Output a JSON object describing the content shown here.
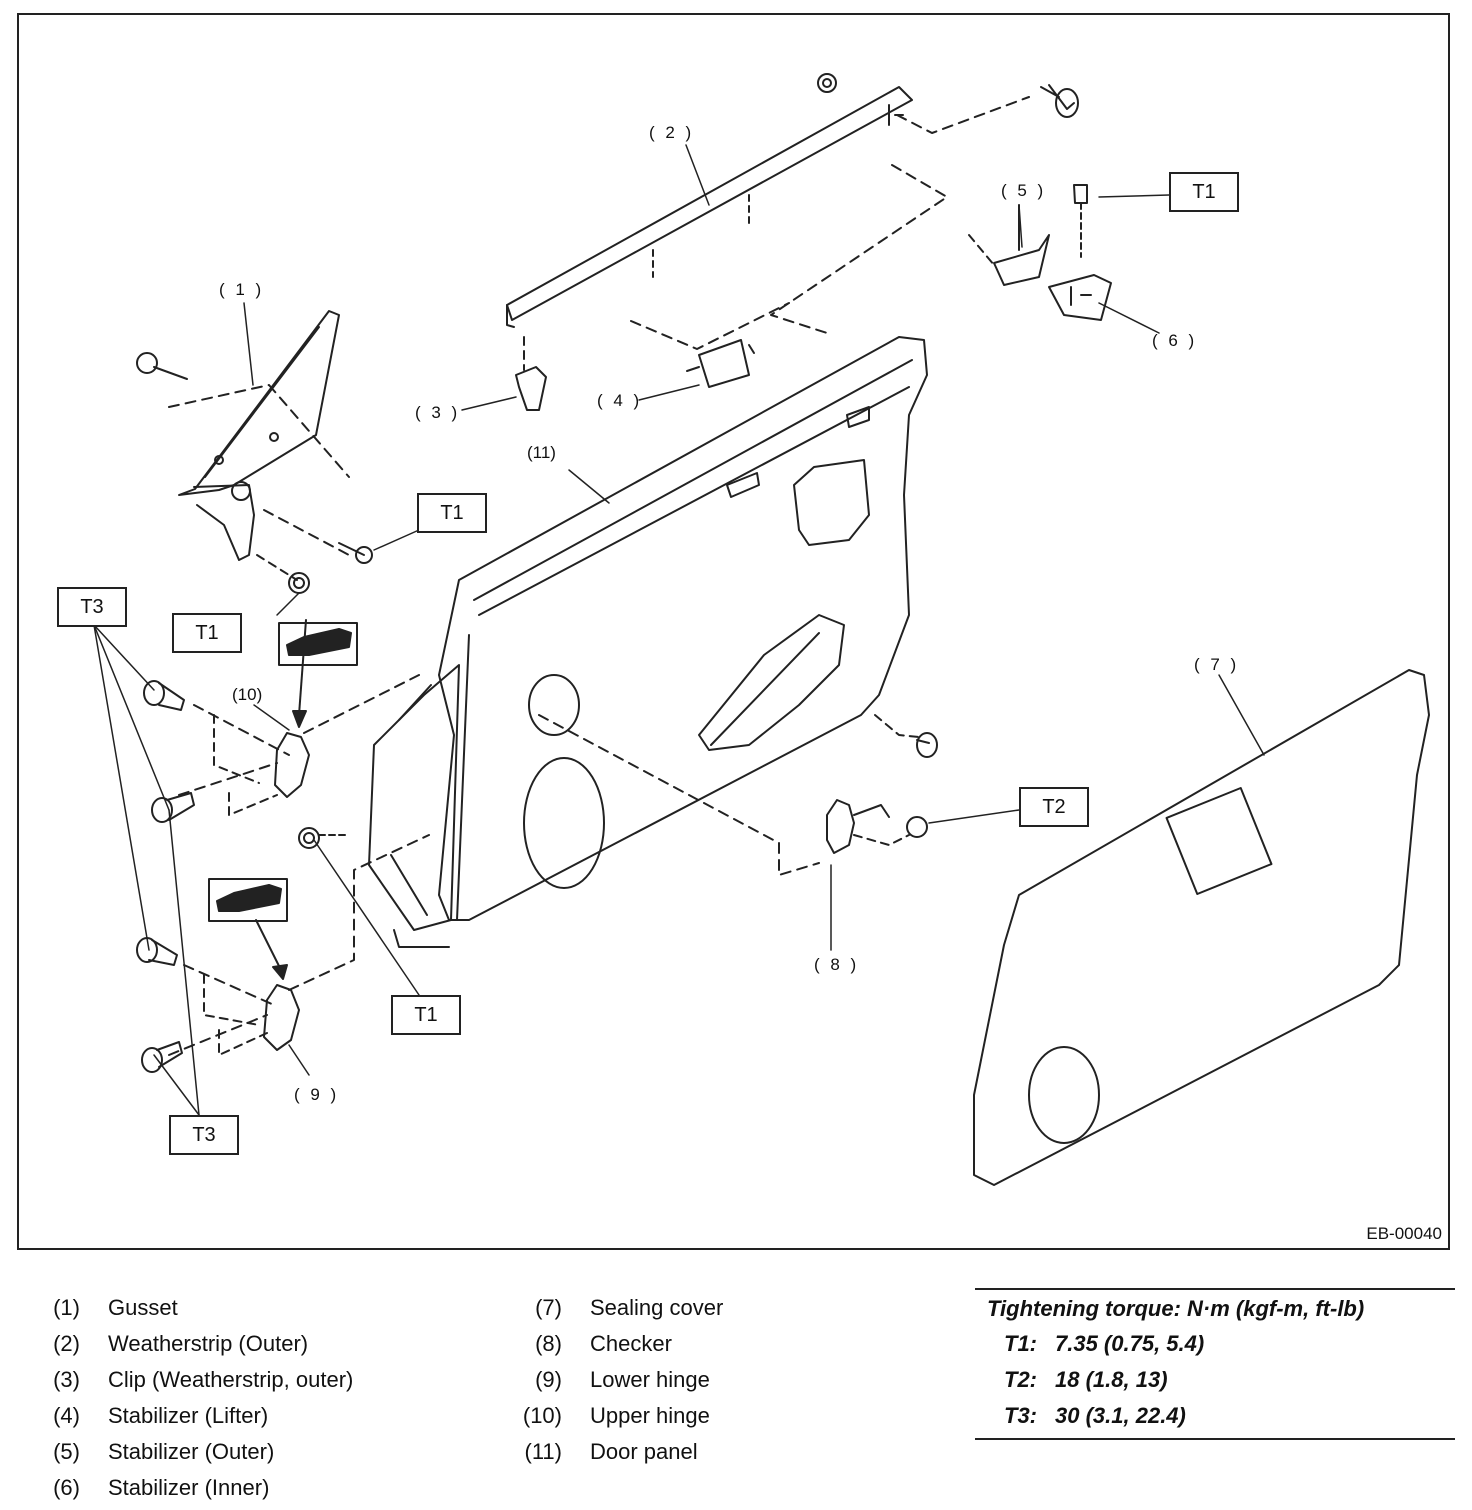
{
  "diagram": {
    "callouts": {
      "c1": "( 1 )",
      "c2": "( 2 )",
      "c3": "( 3 )",
      "c4": "( 4 )",
      "c5": "( 5 )",
      "c6": "( 6 )",
      "c7": "( 7 )",
      "c8": "( 8 )",
      "c9": "( 9 )",
      "c10": "(10)",
      "c11": "(11)"
    },
    "torque_boxes": {
      "t1_a": "T1",
      "t1_b": "T1",
      "t1_c": "T1",
      "t1_d": "T1",
      "t2": "T2",
      "t3_a": "T3",
      "t3_b": "T3"
    },
    "doc_id": "EB-00040"
  },
  "legend": {
    "left": [
      {
        "num": "(1)",
        "name": "Gusset"
      },
      {
        "num": "(2)",
        "name": "Weatherstrip (Outer)"
      },
      {
        "num": "(3)",
        "name": "Clip (Weatherstrip, outer)"
      },
      {
        "num": "(4)",
        "name": "Stabilizer (Lifter)"
      },
      {
        "num": "(5)",
        "name": "Stabilizer (Outer)"
      },
      {
        "num": "(6)",
        "name": "Stabilizer (Inner)"
      }
    ],
    "right": [
      {
        "num": "(7)",
        "name": "Sealing cover"
      },
      {
        "num": "(8)",
        "name": "Checker"
      },
      {
        "num": "(9)",
        "name": "Lower hinge"
      },
      {
        "num": "(10)",
        "name": "Upper hinge"
      },
      {
        "num": "(11)",
        "name": "Door panel"
      }
    ]
  },
  "torque": {
    "title": "Tightening torque: N·m (kgf-m, ft-lb)",
    "rows": [
      {
        "code": "T1:",
        "value": "7.35 (0.75, 5.4)"
      },
      {
        "code": "T2:",
        "value": "18 (1.8, 13)"
      },
      {
        "code": "T3:",
        "value": "30 (3.1, 22.4)"
      }
    ]
  }
}
